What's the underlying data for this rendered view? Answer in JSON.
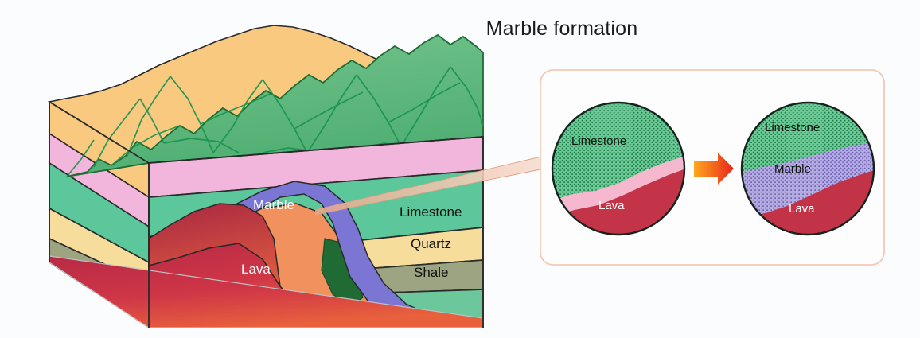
{
  "title": "Marble formation",
  "background_color": "#fbfcfd",
  "block_diagram": {
    "name": "3D geological block diagram",
    "labels": {
      "marble": "Marble",
      "limestone": "Limestone",
      "quartz": "Quartz",
      "shale": "Shale",
      "lava": "Lava"
    },
    "label_colors": {
      "marble": "#ffffff",
      "limestone": "#111111",
      "quartz": "#111111",
      "shale": "#111111",
      "lava": "#ffffff"
    },
    "layer_colors": {
      "mountain_green": "#62b87f",
      "mountain_green_dark": "#2f9c5d",
      "sand": "#f8c97e",
      "pink": "#f2b6dc",
      "limestone_green": "#5cc79a",
      "quartz_yellow": "#f7dd9c",
      "shale_olive": "#9ca482",
      "dark_green": "#1f6b33",
      "lava_red": "#c9304a",
      "lava_orange": "#e8643f",
      "marble_purple": "#7b76d4",
      "orange_band": "#f0915e"
    }
  },
  "callout": {
    "name": "Magnified detail panel",
    "border_color": "#f3c9b4",
    "arrow_colors": {
      "start": "#ffa81e",
      "end": "#e8251b"
    },
    "circles": [
      {
        "id": "before",
        "layers": [
          {
            "name": "Limestone",
            "color": "#6ccb96",
            "text_color": "#111111"
          },
          {
            "name": "",
            "color": "#f6b8cf",
            "text_color": "#111111"
          },
          {
            "name": "Lava",
            "color": "#bf2f46",
            "text_color": "#ffffff"
          }
        ]
      },
      {
        "id": "after",
        "layers": [
          {
            "name": "Limestone",
            "color": "#6ccb96",
            "text_color": "#111111"
          },
          {
            "name": "Marble",
            "color": "#b6aee0",
            "text_color": "#111111"
          },
          {
            "name": "Lava",
            "color": "#bf2f46",
            "text_color": "#ffffff"
          }
        ]
      }
    ]
  }
}
